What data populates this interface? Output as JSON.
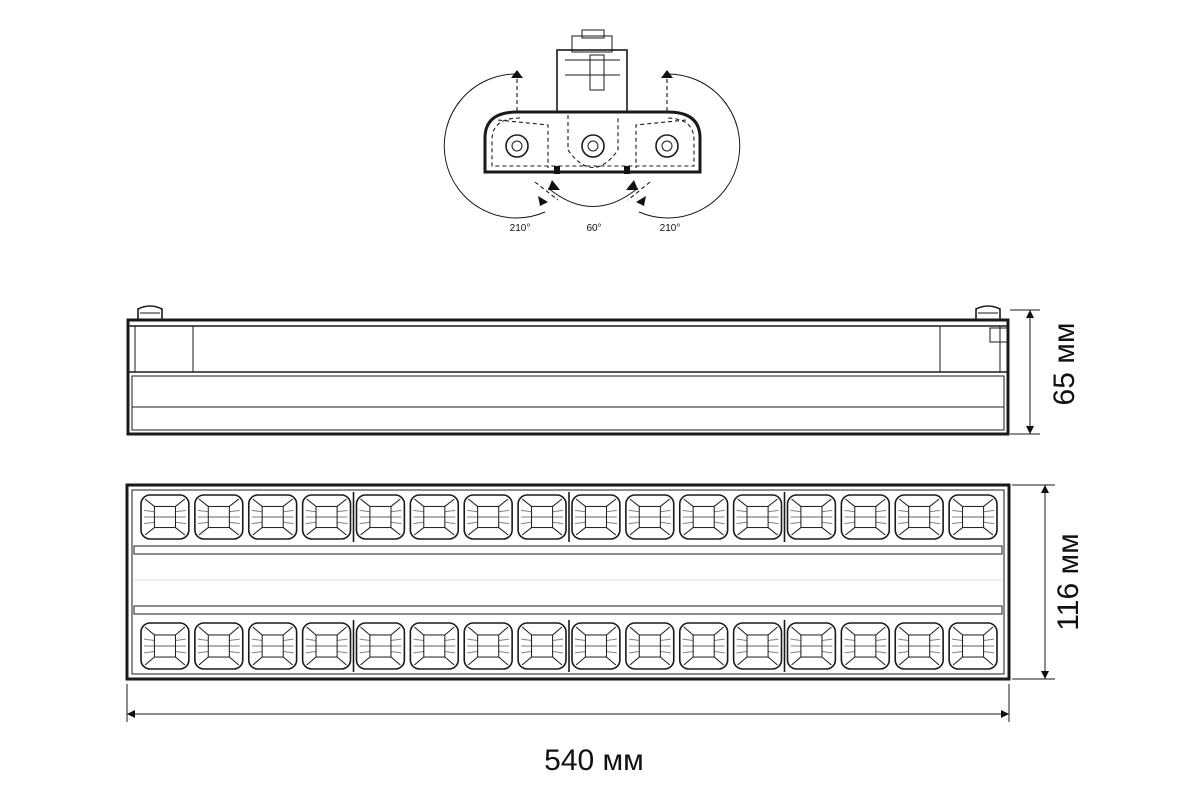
{
  "angles": {
    "left": "210°",
    "center": "60°",
    "right": "210°"
  },
  "dimensions": {
    "height": "65 мм",
    "width": "116 мм",
    "length": "540 мм"
  },
  "louver": {
    "rows": 2,
    "cells_per_row": 16,
    "groups_per_row": 4
  }
}
